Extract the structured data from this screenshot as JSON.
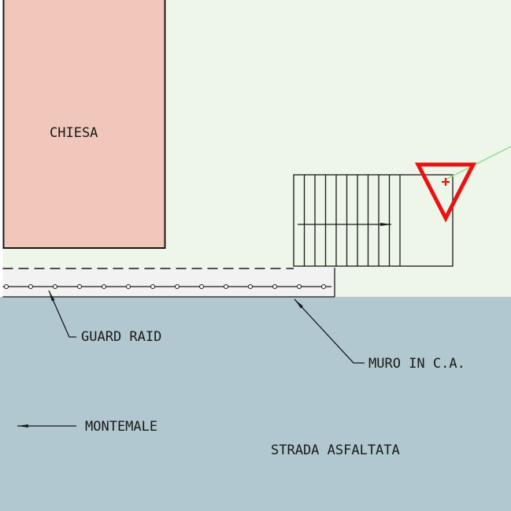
{
  "drawing": {
    "labels": {
      "building": "CHIESA",
      "guard_rail": "GUARD RAID",
      "wall": "MURO IN C.A.",
      "direction": "MONTEMALE",
      "road": "STRADA ASFALTATA"
    },
    "colors": {
      "field": "#edf6e8",
      "road": "#b2c8d0",
      "building": "#f0c7ba",
      "surface": "#f2f2f2",
      "hazard_red": "#ee1010",
      "survey_green": "#9bdf9b"
    }
  }
}
